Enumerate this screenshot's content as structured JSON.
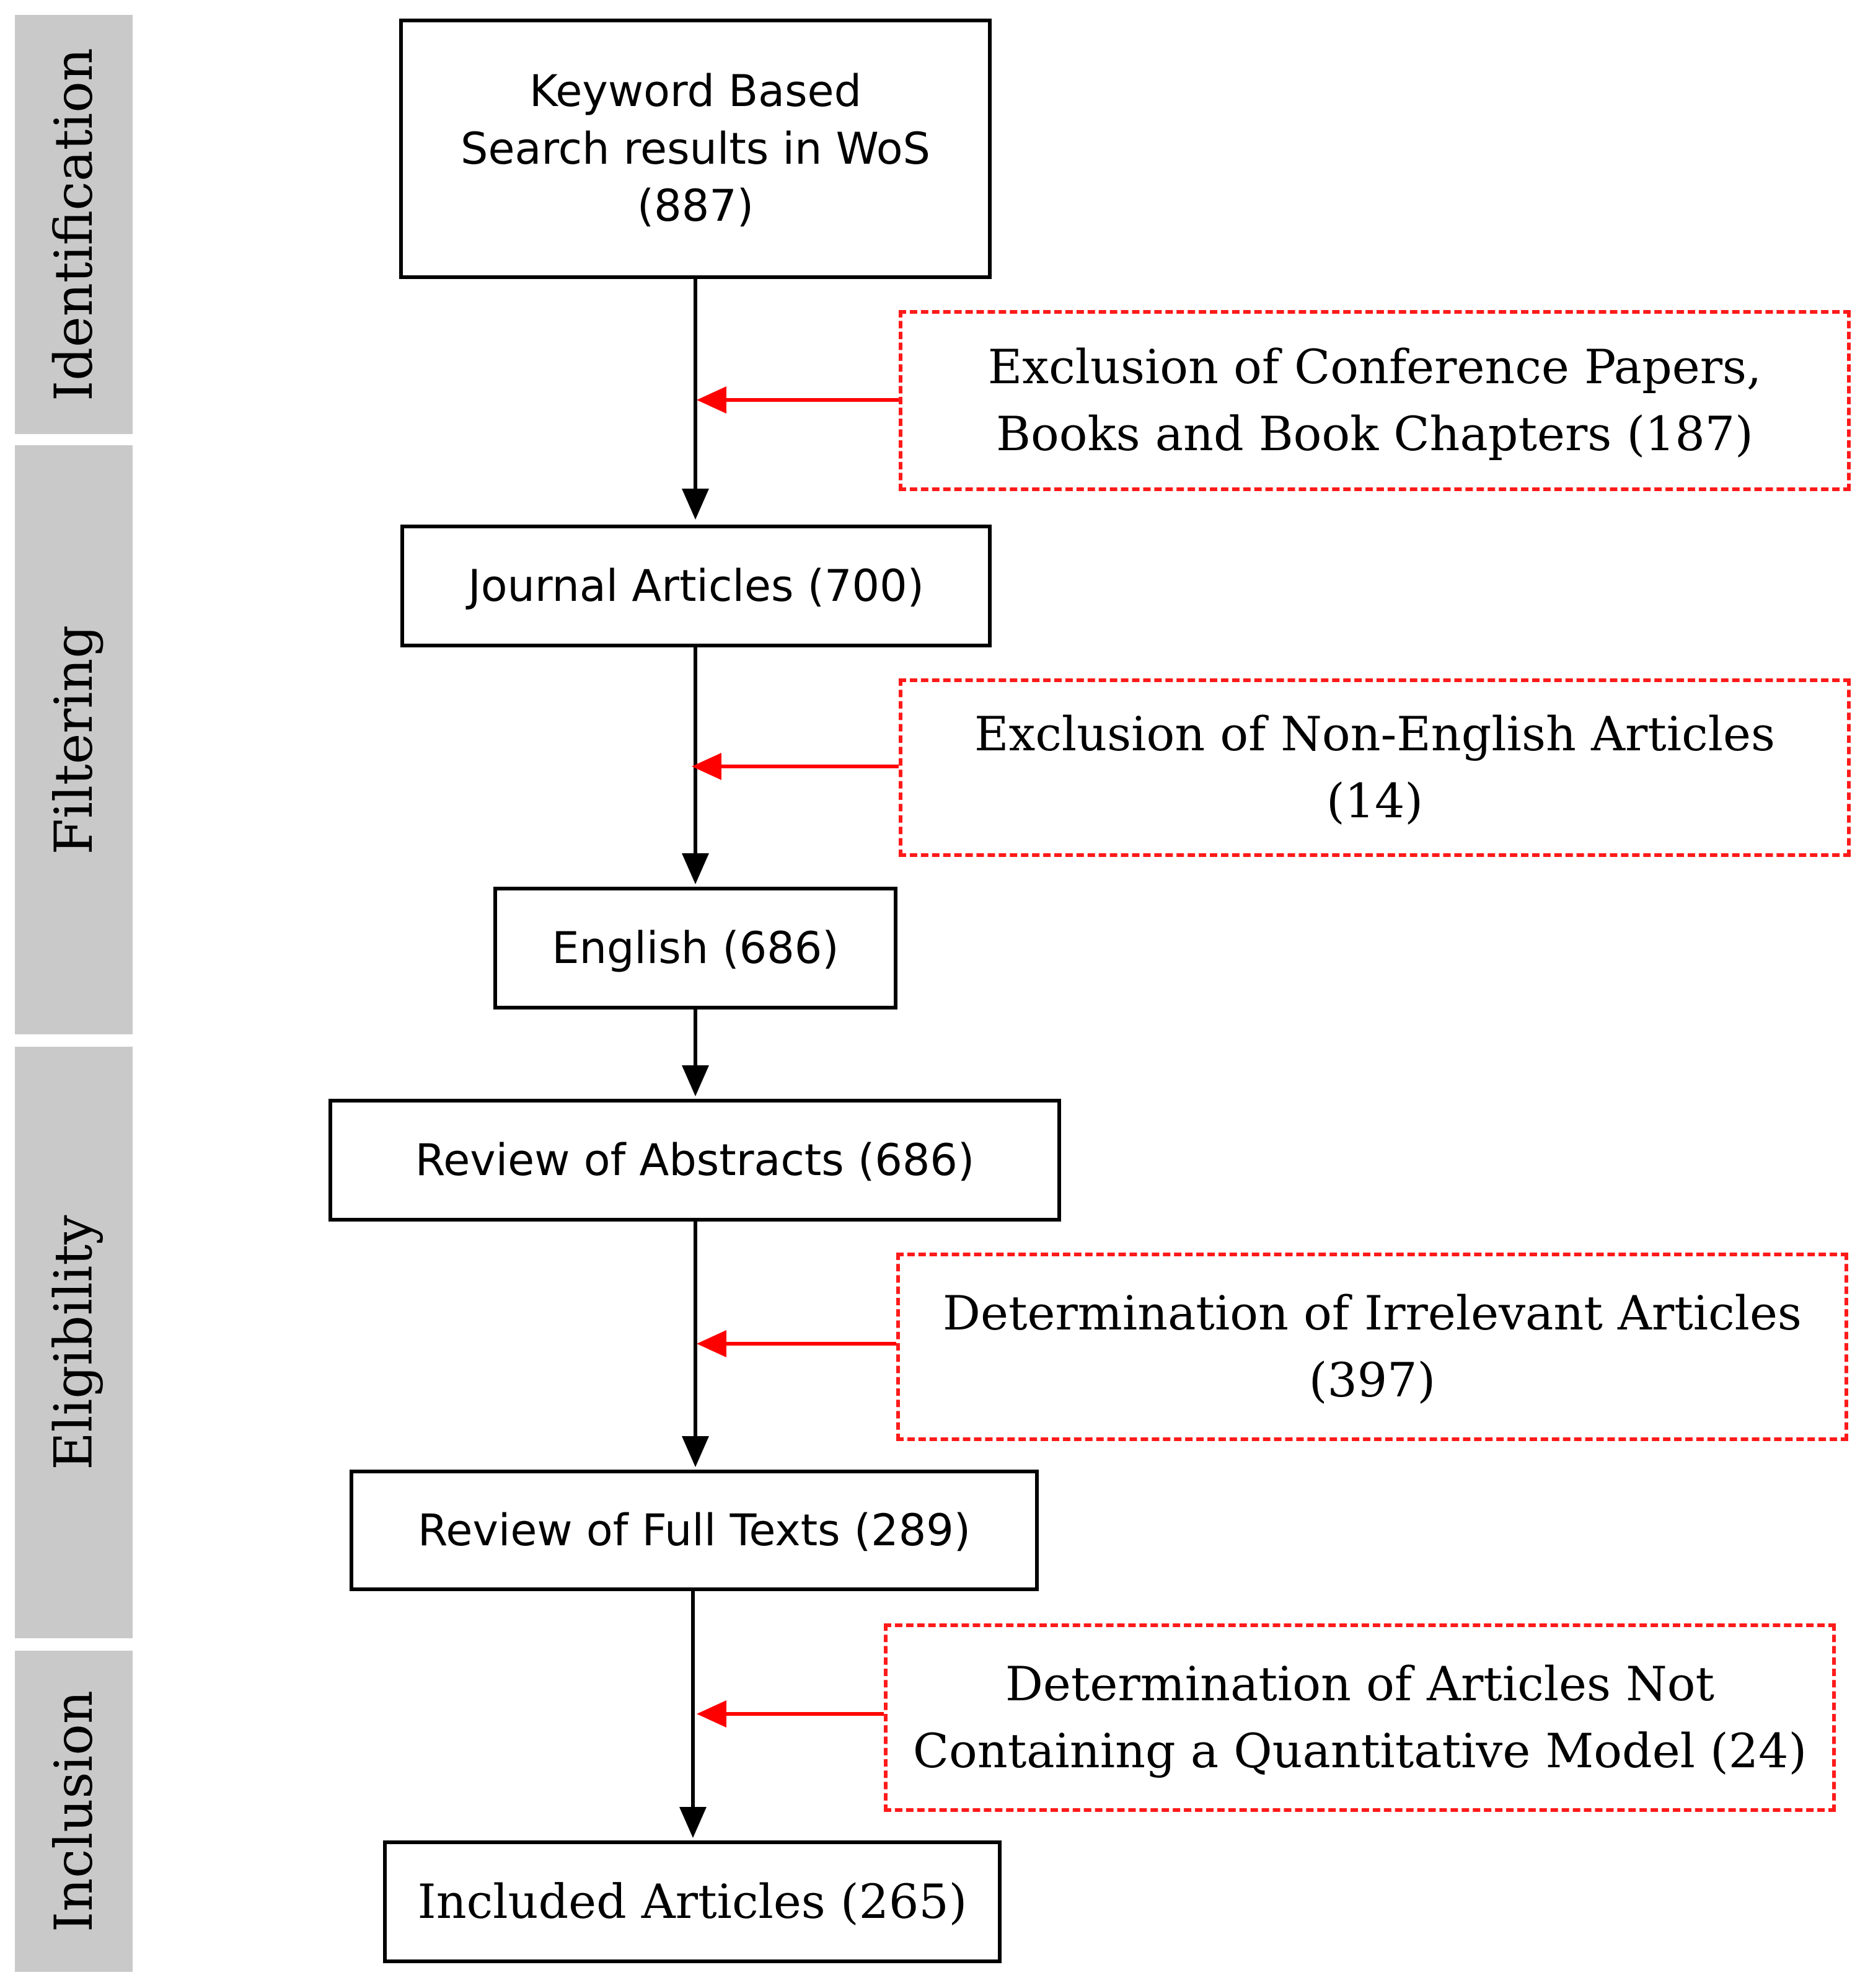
{
  "phases": {
    "identification": "Identification",
    "filtering": "Filtering",
    "eligibility": "Eligibility",
    "inclusion": "Inclusion"
  },
  "boxes": {
    "keyword_search": {
      "line1": "Keyword Based",
      "line2": "Search results in WoS",
      "line3": "(887)"
    },
    "journal_articles": "Journal Articles (700)",
    "english": "English (686)",
    "review_abstracts": "Review of Abstracts (686)",
    "review_full_texts": "Review of Full Texts (289)",
    "included_articles": "Included Articles (265)"
  },
  "exclusions": {
    "conference": {
      "line1": "Exclusion of Conference Papers,",
      "line2": "Books and Book Chapters (187)"
    },
    "non_english": {
      "line1": "Exclusion of Non-English Articles",
      "line2": "(14)"
    },
    "irrelevant": {
      "line1": "Determination of Irrelevant Articles",
      "line2": "(397)"
    },
    "no_quant_model": {
      "line1": "Determination of Articles Not",
      "line2": "Containing a Quantitative Model (24)"
    }
  },
  "colors": {
    "flow_arrow": "#000000",
    "exclusion_arrow": "#ff0000",
    "exclusion_border": "#ff1a1a",
    "phase_band": "#c9c9c9"
  }
}
